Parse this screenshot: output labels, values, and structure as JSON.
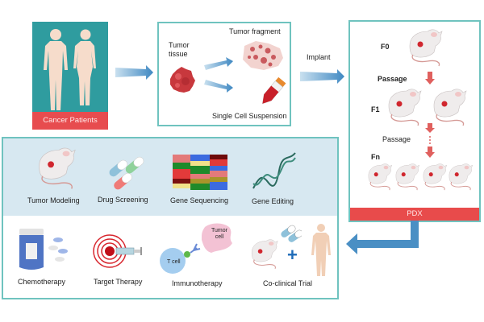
{
  "patients": {
    "label": "Cancer Patients"
  },
  "sample": {
    "tissue_label": "Tumor\ntissue",
    "fragment_label": "Tumor fragment",
    "suspension_label": "Single Cell Suspension"
  },
  "implant_label": "Implant",
  "pdx": {
    "label": "PDX",
    "generations": [
      "F0",
      "F1",
      "Fn"
    ],
    "passage_label": "Passage"
  },
  "applications": {
    "research": [
      {
        "label": "Tumor Modeling"
      },
      {
        "label": "Drug Screening"
      },
      {
        "label": "Gene Sequencing"
      },
      {
        "label": "Gene Editing"
      }
    ],
    "clinical": [
      {
        "label": "Chemotherapy"
      },
      {
        "label": "Target Therapy"
      },
      {
        "label": "Immunotherapy"
      },
      {
        "label": "Co-clinical Trial"
      }
    ],
    "immuno_t_cell": "T cell",
    "immuno_tumor_cell": "Tumor\ncell"
  },
  "colors": {
    "teal": "#2f9c9f",
    "red": "#e74c4f",
    "arrow_blue": "#4a8fc4",
    "border": "#6fc3bf",
    "panel_bg": "#d7e8f1"
  }
}
